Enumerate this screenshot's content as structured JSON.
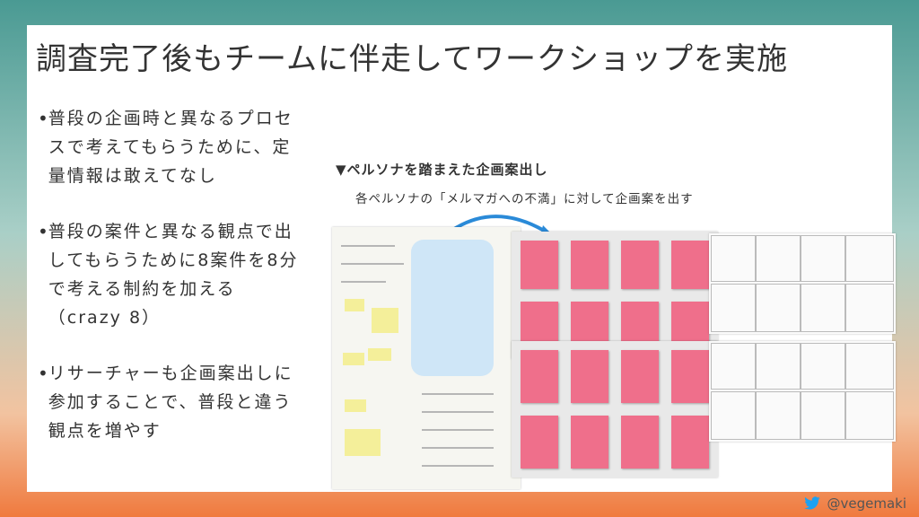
{
  "title": "調査完了後もチームに伴走してワークショップを実施",
  "bullets": [
    "普段の企画時と異なるプロセスで考えてもらうために、定量情報は敢えてなし",
    "普段の案件と異なる観点で出してもらうために8案件を8分で考える制約を加える（crazy 8）",
    "リサーチャーも企画案出しに参加することで、普段と違う観点を増やす"
  ],
  "figure": {
    "title": "▼ペルソナを踏まえた企画案出し",
    "subtitle": "各ペルソナの「メルマガへの不満」に対して企画案を出す"
  },
  "footer": {
    "handle": "@vegemaki",
    "icon": "twitter-bird-icon"
  },
  "colors": {
    "sticky": "#ef6f8b",
    "persona_blue": "#cfe6f7",
    "accent": "#1da1f2"
  }
}
